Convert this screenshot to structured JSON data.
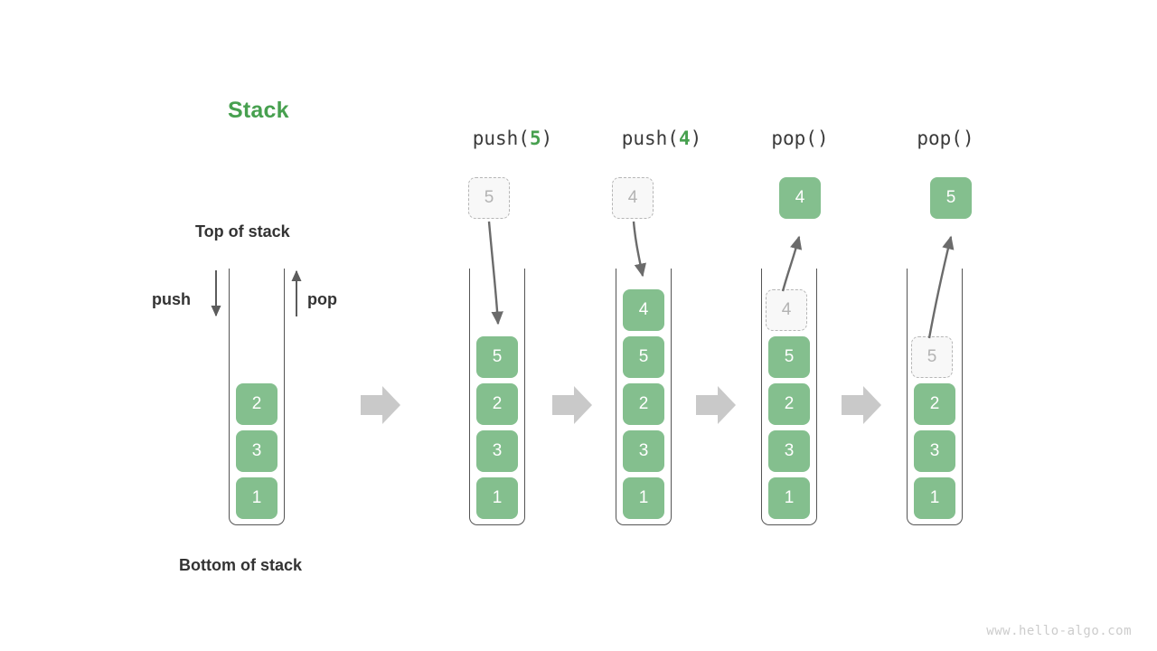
{
  "diagram": {
    "title": "Stack",
    "title_color": "#47a04f",
    "box_color": "#84bf8e",
    "ghost_color": "#f8f8f8",
    "labels": {
      "top_of_stack": "Top of stack",
      "bottom_of_stack": "Bottom of stack",
      "push": "push",
      "pop": "pop"
    },
    "watermark": "www.hello-algo.com",
    "panels": [
      {
        "id": "initial",
        "header_prefix": "",
        "header_arg": "",
        "header_suffix": "",
        "stack": [
          "2",
          "3",
          "1"
        ],
        "floating": null,
        "ghost_in_stack": null
      },
      {
        "id": "push-5",
        "header_prefix": "push(",
        "header_arg": "5",
        "header_suffix": ")",
        "stack": [
          "5",
          "2",
          "3",
          "1"
        ],
        "floating": {
          "value": "5",
          "style": "ghost"
        },
        "ghost_in_stack": null
      },
      {
        "id": "push-4",
        "header_prefix": "push(",
        "header_arg": "4",
        "header_suffix": ")",
        "stack": [
          "4",
          "5",
          "2",
          "3",
          "1"
        ],
        "floating": {
          "value": "4",
          "style": "ghost"
        },
        "ghost_in_stack": null
      },
      {
        "id": "pop-1",
        "header_prefix": "pop(",
        "header_arg": "",
        "header_suffix": ")",
        "stack": [
          "5",
          "2",
          "3",
          "1"
        ],
        "floating": {
          "value": "4",
          "style": "solid"
        },
        "ghost_in_stack": {
          "value": "4",
          "slot": 4
        }
      },
      {
        "id": "pop-2",
        "header_prefix": "pop(",
        "header_arg": "",
        "header_suffix": ")",
        "stack": [
          "2",
          "3",
          "1"
        ],
        "floating": {
          "value": "5",
          "style": "solid"
        },
        "ghost_in_stack": {
          "value": "5",
          "slot": 3
        }
      }
    ],
    "transition_arrows": 4
  }
}
